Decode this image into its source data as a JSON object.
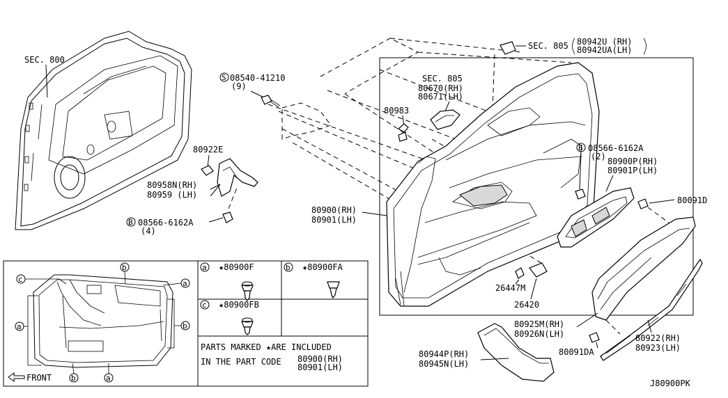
{
  "diagram_id": "J80900PK",
  "callouts": {
    "sec800": "SEC. 800",
    "screw1_code": "08540-41210",
    "screw1_qty": "(9)",
    "clip_80922e": "80922E",
    "bracket_rh": "80958N(RH)",
    "bracket_lh": "80959  (LH)",
    "bolt1_code": "08566-6162A",
    "bolt1_qty": "(4)",
    "sec805_top": "SEC. 805",
    "handle_top_rh": "80942U  (RH)",
    "handle_top_lh": "80942UA(LH)",
    "sec805_inner": "SEC. 805",
    "handle_inner_rh": "80670(RH)",
    "handle_inner_lh": "80671(LH)",
    "part_80983": "80983",
    "bolt2_code": "08566-6162A",
    "bolt2_qty": "(2)",
    "pocket_rh": "80900P(RH)",
    "pocket_lh": "80901P(LH)",
    "panel_rh": "80900(RH)",
    "panel_lh": "80901(LH)",
    "clip_80091d": "80091D",
    "bulb": "26447M",
    "lamp": "26420",
    "trim_rh": "80925M(RH)",
    "trim_lh": "80926N(LH)",
    "clip_80091da": "80091DA",
    "seal_rh": "80922(RH)",
    "seal_lh": "80923(LH)",
    "armrest_rh": "80944P(RH)",
    "armrest_lh": "80945N(LH)"
  },
  "legend": {
    "front": "FRONT",
    "marker_a": "a",
    "marker_b": "b",
    "marker_c": "c",
    "clip_a": "★80900F",
    "clip_b": "★80900FA",
    "clip_c": "★80900FB",
    "note_line1": "PARTS MARKED ★ARE INCLUDED",
    "note_line2": "IN THE PART CODE",
    "note_rh": "80900(RH)",
    "note_lh": "80901(LH)"
  },
  "circle_letters": {
    "s": "S",
    "b": "B"
  }
}
